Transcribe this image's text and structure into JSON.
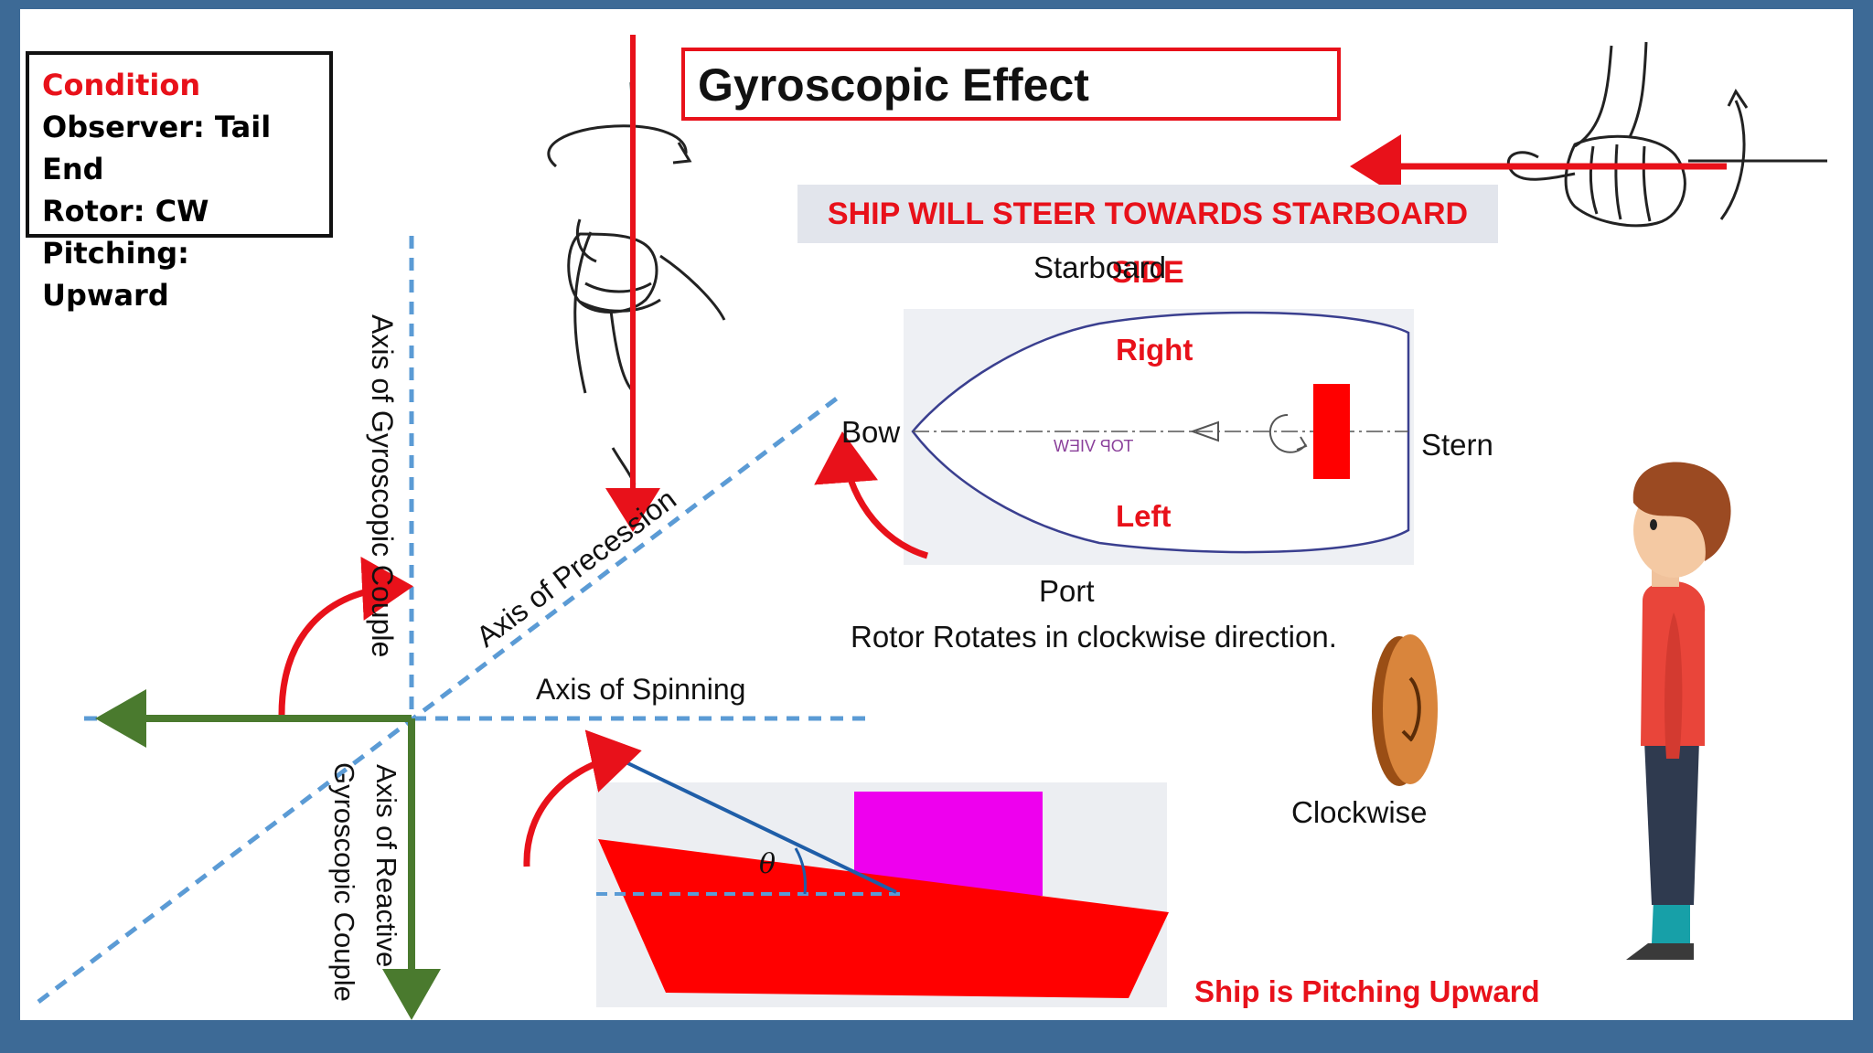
{
  "condition": {
    "heading": "Condition",
    "observer": "Observer: Tail End",
    "rotor": "Rotor: CW",
    "pitching": "Pitching: Upward"
  },
  "title": "Gyroscopic Effect",
  "banner": "SHIP WILL STEER TOWARDS STARBOARD SIDE",
  "top_view": {
    "starboard": "Starboard",
    "port": "Port",
    "bow": "Bow",
    "stern": "Stern",
    "right": "Right",
    "left": "Left",
    "hull_text": "TOP VIEW"
  },
  "rotor_note": "Rotor Rotates in clockwise direction.",
  "clockwise_label": "Clockwise",
  "axes": {
    "gyro_couple": "Axis of Gyroscopic Couple",
    "precession": "Axis of Precession",
    "spinning": "Axis of Spinning",
    "reactive_line1": "Axis of Reactive",
    "reactive_line2": "Gyroscopic Couple"
  },
  "pitch_angle_symbol": "θ",
  "pitching_caption": "Ship is Pitching Upward",
  "colors": {
    "red": "#e8111a",
    "green": "#4a7a2e",
    "dashed_blue": "#5b9bd5",
    "magenta": "#ee00ee"
  }
}
